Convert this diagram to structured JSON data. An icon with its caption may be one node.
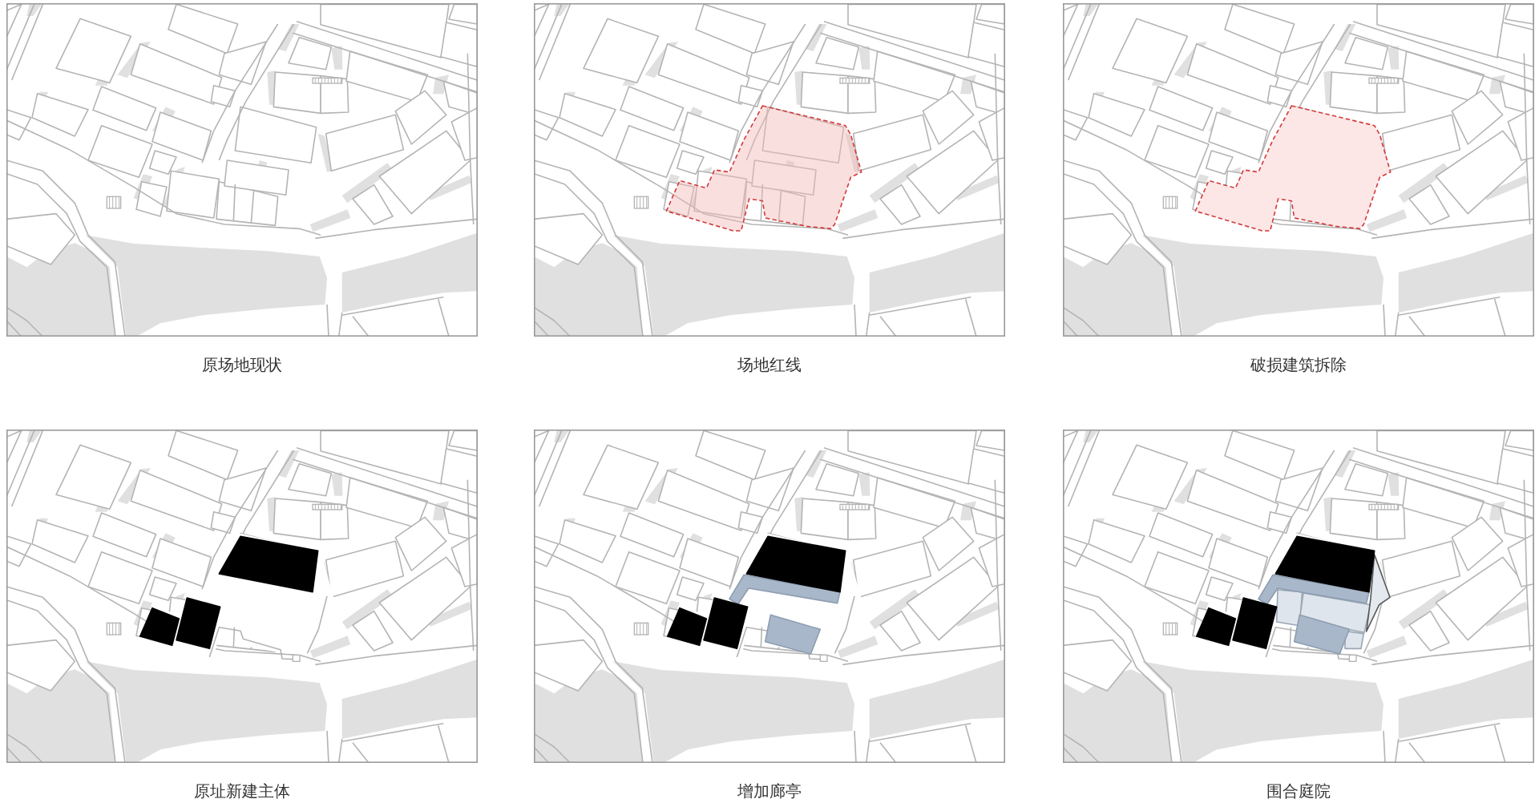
{
  "diagram": {
    "labels": [
      "原场地现状",
      "场地红线",
      "破损建筑拆除",
      "原址新建主体",
      "增加廊亭",
      "围合庭院"
    ]
  }
}
